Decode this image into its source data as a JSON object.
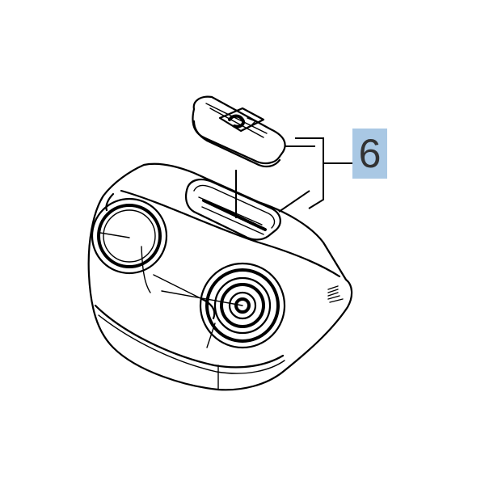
{
  "diagram": {
    "type": "exploded-parts-diagram",
    "callouts": [
      {
        "number": "6",
        "label_bg": "#a9c8e4",
        "text_color": "#333333",
        "points_to": [
          "top cover / cap",
          "connector slot opening"
        ]
      }
    ],
    "parts": [
      {
        "name": "cap",
        "description": "small rounded cover piece shown lifted above housing"
      },
      {
        "name": "housing",
        "description": "rounded housing with slotted connector opening on top, round port on left and circular dial on front"
      }
    ]
  }
}
